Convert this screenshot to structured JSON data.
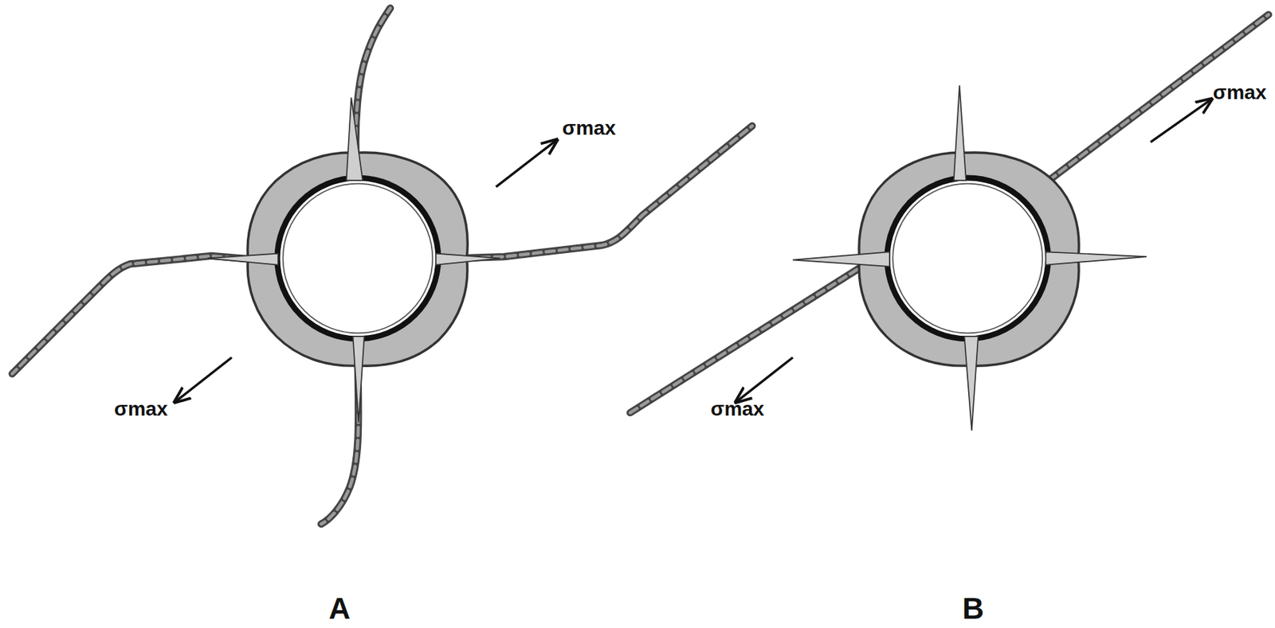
{
  "diagram": {
    "labels": [
      "σmax",
      "σmax",
      "σmax",
      "σmax",
      "A",
      "B"
    ]
  }
}
